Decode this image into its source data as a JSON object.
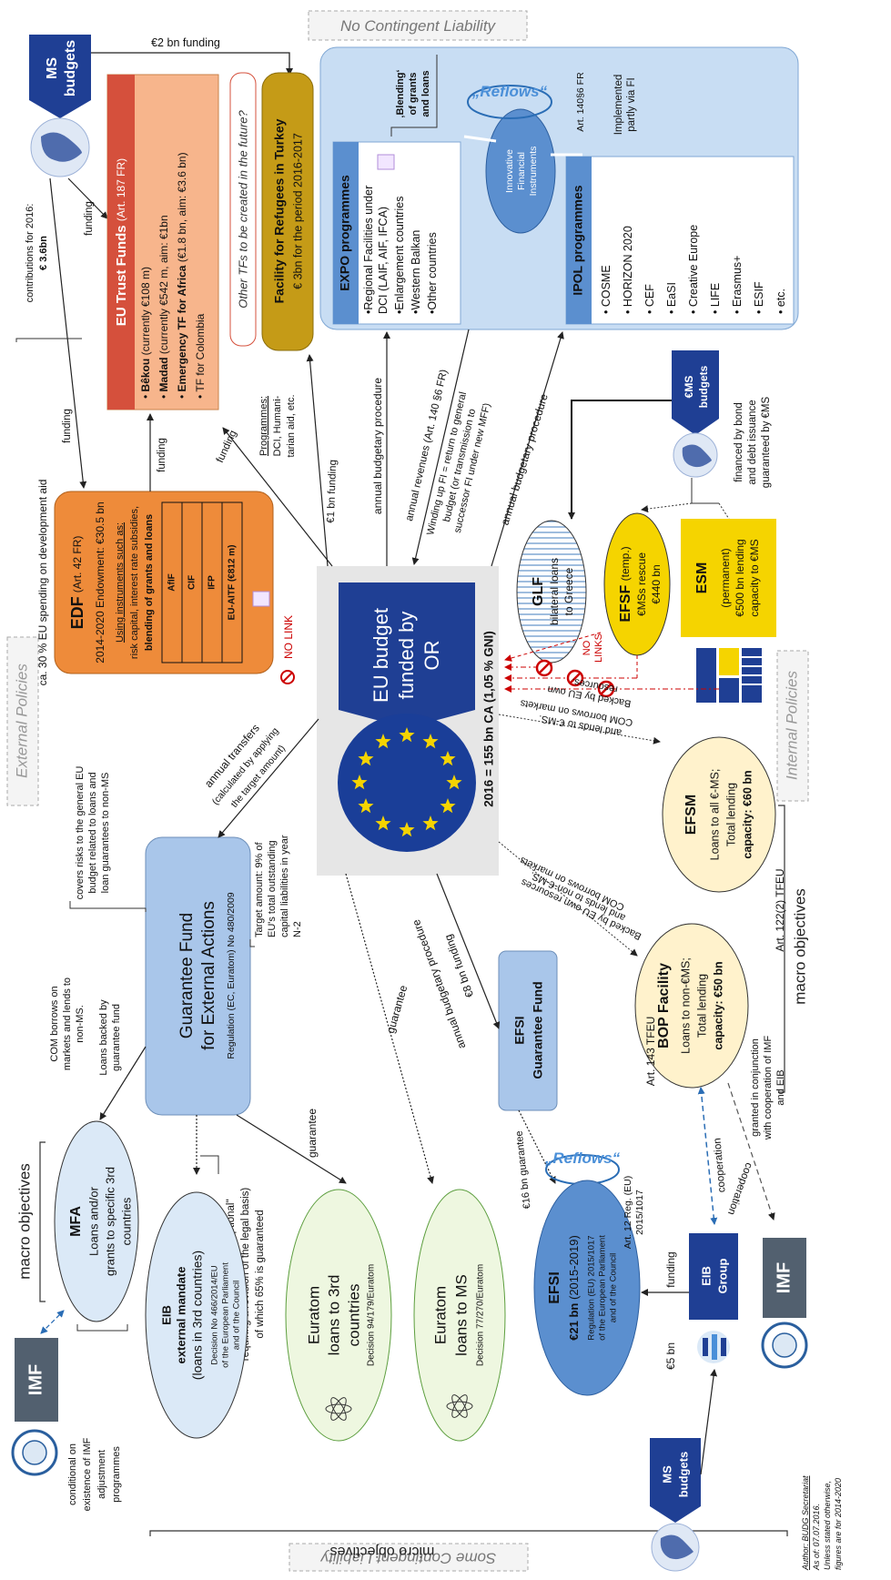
{
  "frame": {
    "no_contingent": "No Contingent Liability",
    "some_contingent": "Some Contingent Liability",
    "external_policies": "External Policies",
    "internal_policies": "Internal Policies",
    "macro_objectives_left": "macro objectives",
    "micro_objectives": "micro objectives",
    "macro_objectives_right": "macro objectives"
  },
  "center": {
    "line1": "EU budget",
    "line2": "funded by",
    "line3": "OR",
    "ca": "2016 = 155 bn CA (1,05 % GNI)"
  },
  "ms_budgets_top": {
    "line1": "MS",
    "line2": "budgets"
  },
  "ms_budgets_bottom": {
    "line1": "MS",
    "line2": "budgets"
  },
  "em_budgets": {
    "line1": "€MS",
    "line2": "budgets"
  },
  "em_financed": [
    "financed by bond",
    "and debt issuance",
    "guaranteed by €MS"
  ],
  "top_flow": {
    "funding_2bn": "€2 bn funding",
    "contributions": "contributions for 2016:",
    "contributions_amount": "€ 3.6bn",
    "funding_a": "funding",
    "funding_b": "funding",
    "funding_c": "funding",
    "funding_d": "funding",
    "one_bn_funding": "€1 bn funding",
    "annual_budgetary_1": "annual budgetary procedure",
    "annual_budgetary_2": "annual budgetary procedure",
    "annual_revenues": "annual revenues (Art. 140 §6 FR)",
    "winding_up": [
      "Winding up FI = return to general",
      "budget (or transmission to",
      "successor FI under new MFF)"
    ],
    "programmes": [
      "Programmes:",
      "DCI, Humani-",
      "tarian aid, etc."
    ],
    "ca_30": "ca. 30 % EU spending on development aid"
  },
  "trust_funds": {
    "title": "EU Trust Funds",
    "art": "(Art. 187 FR)",
    "items": [
      {
        "bold": "Bêkou",
        "rest": "(currently €108 m)"
      },
      {
        "bold": "Madad",
        "rest": "(currently €542 m, aim: €1bn"
      },
      {
        "bold": "Emergency TF for Africa",
        "rest": "(€1.8 bn, aim: €3.6 bn)"
      },
      {
        "bold": "",
        "rest": "TF for Colombia"
      }
    ]
  },
  "other_tfs": "Other TFs to be created in the future?",
  "facility_turkey": {
    "title": "Facility for Refugees in Turkey",
    "sub": "€ 3bn for the period 2016-2017"
  },
  "edf": {
    "title": "EDF",
    "art": "(Art. 42 FR)",
    "endowment": "2014-2020 Endowment: €30.5 bn",
    "using": "Using instruments such as:",
    "risk": "risk capital, interest rate subsidies,",
    "blending": "blending of grants and loans",
    "bars": [
      "AfIF",
      "CIF",
      "IFP",
      "EU-AITF (€812 m)"
    ]
  },
  "no_link": "NO LINK",
  "no_links": [
    "NO",
    "LINKS"
  ],
  "expo": {
    "title": "EXPO programmes",
    "items": [
      "•Regional Facilities under",
      "DCI (LAIF, AIF, IFCA)",
      "•Enlargement countries",
      "•Western Balkan",
      "•Other countries"
    ]
  },
  "ipol": {
    "title": "IPOL programmes",
    "items": [
      "• COSME",
      "• HORIZON 2020",
      "• CEF",
      "• EaSI",
      "• Creative Europe",
      "• LIFE",
      "• Erasmus+",
      "• ESIF",
      "• etc."
    ]
  },
  "blending": [
    "‚Blending‘",
    "of grants",
    "and loans"
  ],
  "reflows": "„Reflows“",
  "art_140": "Art. 140§6 FR",
  "implemented": [
    "Implemented",
    "partly via FI"
  ],
  "ifi": [
    "Innovative",
    "Financial",
    "Instruments"
  ],
  "glf": {
    "title": "GLF",
    "l1": "bilateral loans",
    "l2": "to Greece"
  },
  "efsf": {
    "title": "EFSF",
    "temp": "(temp.)",
    "l1": "€MSs rescue",
    "l2": "€440 bn"
  },
  "esm": {
    "title": "ESM",
    "l1": "(permanent)",
    "l2": "€500 bn lending",
    "l3": "capacity to €MS"
  },
  "efsm": {
    "title": "EFSM",
    "l1": "Loans to all €-MS;",
    "l2": "Total lending",
    "l3": "capacity: €60 bn",
    "art": "Art. 122(2) TFEU"
  },
  "efsm_borrows": [
    "COM borrows on markets",
    "and lends to €-MS.",
    "Backed by EU own",
    "resources."
  ],
  "bop": {
    "title": "BOP Facility",
    "l1": "Loans to non-€MS;",
    "l2": "Total lending",
    "l3": "capacity: €50 bn",
    "art": "Art. 143 TFEU"
  },
  "bop_borrows": [
    "COM borrows on markets",
    "and lends to non-€-MS.",
    "Backed by EU own resources"
  ],
  "bop_granted": [
    "granted in conjunction",
    "with cooperation of IMF",
    "and EIB"
  ],
  "cooperation_1": "cooperation",
  "cooperation_2": "cooperation",
  "gfea": {
    "l1": "Guarantee Fund",
    "l2": "for External Actions",
    "reg": "Regulation (EC, Euratom) No 480/2009",
    "covers": [
      "covers risks to the general EU",
      "budget related to loans and",
      "loan guarantees to non-MS"
    ],
    "target": [
      "Target amount: 9% of",
      "EU's total outstanding",
      "capital liabilities in year",
      "N-2"
    ],
    "annual_transfers": [
      "annual transfers",
      "(calculated by applying",
      "the target amount)"
    ]
  },
  "com_borrows_mfa": [
    "COM borrows on",
    "markets and lends to",
    "non-MS."
  ],
  "loans_backed": [
    "Loans backed by",
    "guarantee fund"
  ],
  "ceiling": [
    "€27 bn ceiling (+ €3bn \"optional\"",
    "requiring a revision of the legal basis)",
    "of which 65% is guaranteed"
  ],
  "guarantee_1": "guarantee",
  "guarantee_2": "guarantee",
  "mfa": {
    "title": "MFA",
    "l1": "Loans and/or",
    "l2": "grants to specific 3rd",
    "l3": "countries"
  },
  "eib_ext": {
    "l1": "EIB",
    "l2": "external mandate",
    "l3": "(loans in 3rd countries)",
    "d1": "Decision No 466/2014/EU",
    "d2": "of the European Parliament",
    "d3": "and of the Council"
  },
  "euratom3": {
    "l1": "Euratom",
    "l2": "loans to 3rd",
    "l3": "countries",
    "d": "Decision 94/179/Euratom"
  },
  "euratomms": {
    "l1": "Euratom",
    "l2": "loans to MS",
    "d": "Decision 77/270/Euratom"
  },
  "efsi_gf": {
    "l1": "EFSI",
    "l2": "Guarantee Fund",
    "funding": "€8 bn funding",
    "annual": "annual budgetary procedure"
  },
  "efsi": {
    "title": "EFSI",
    "amount": "€21 bn",
    "period": "(2015-2019)",
    "r1": "Regulation (EU) 2015/1017",
    "r2": "of the European Parliament",
    "r3": "and of the Council",
    "art": [
      "Art. 12 Reg. (EU)",
      "2015/1017"
    ],
    "guarantee": "€16 bn guarantee"
  },
  "five_bn": "€5 bn",
  "funding_eib": "funding",
  "eib_group": {
    "l1": "EIB",
    "l2": "Group"
  },
  "imf_left": "IMF",
  "imf_right": "IMF",
  "conditional": [
    "conditional on",
    "existence of IMF",
    "adjustment",
    "programmes"
  ],
  "author": [
    "Author: BUDG Secretariat",
    "As of: 07.07.2016.",
    "Unless stated otherwise,",
    "figures are for 2014-2020"
  ],
  "colors": {
    "navy": "#1f3f94",
    "eu_blue": "#1a3e98",
    "gold": "#f5d400",
    "orange": "#ee8b3a",
    "salmon": "#f7b58c",
    "red_header": "#d5503c",
    "olive": "#c59b17",
    "light_blue": "#bcd7f0",
    "panel_blue": "#dbe9f7",
    "green": "#eef7e0",
    "cream": "#fff2cc",
    "imf_gray": "#52606f"
  }
}
